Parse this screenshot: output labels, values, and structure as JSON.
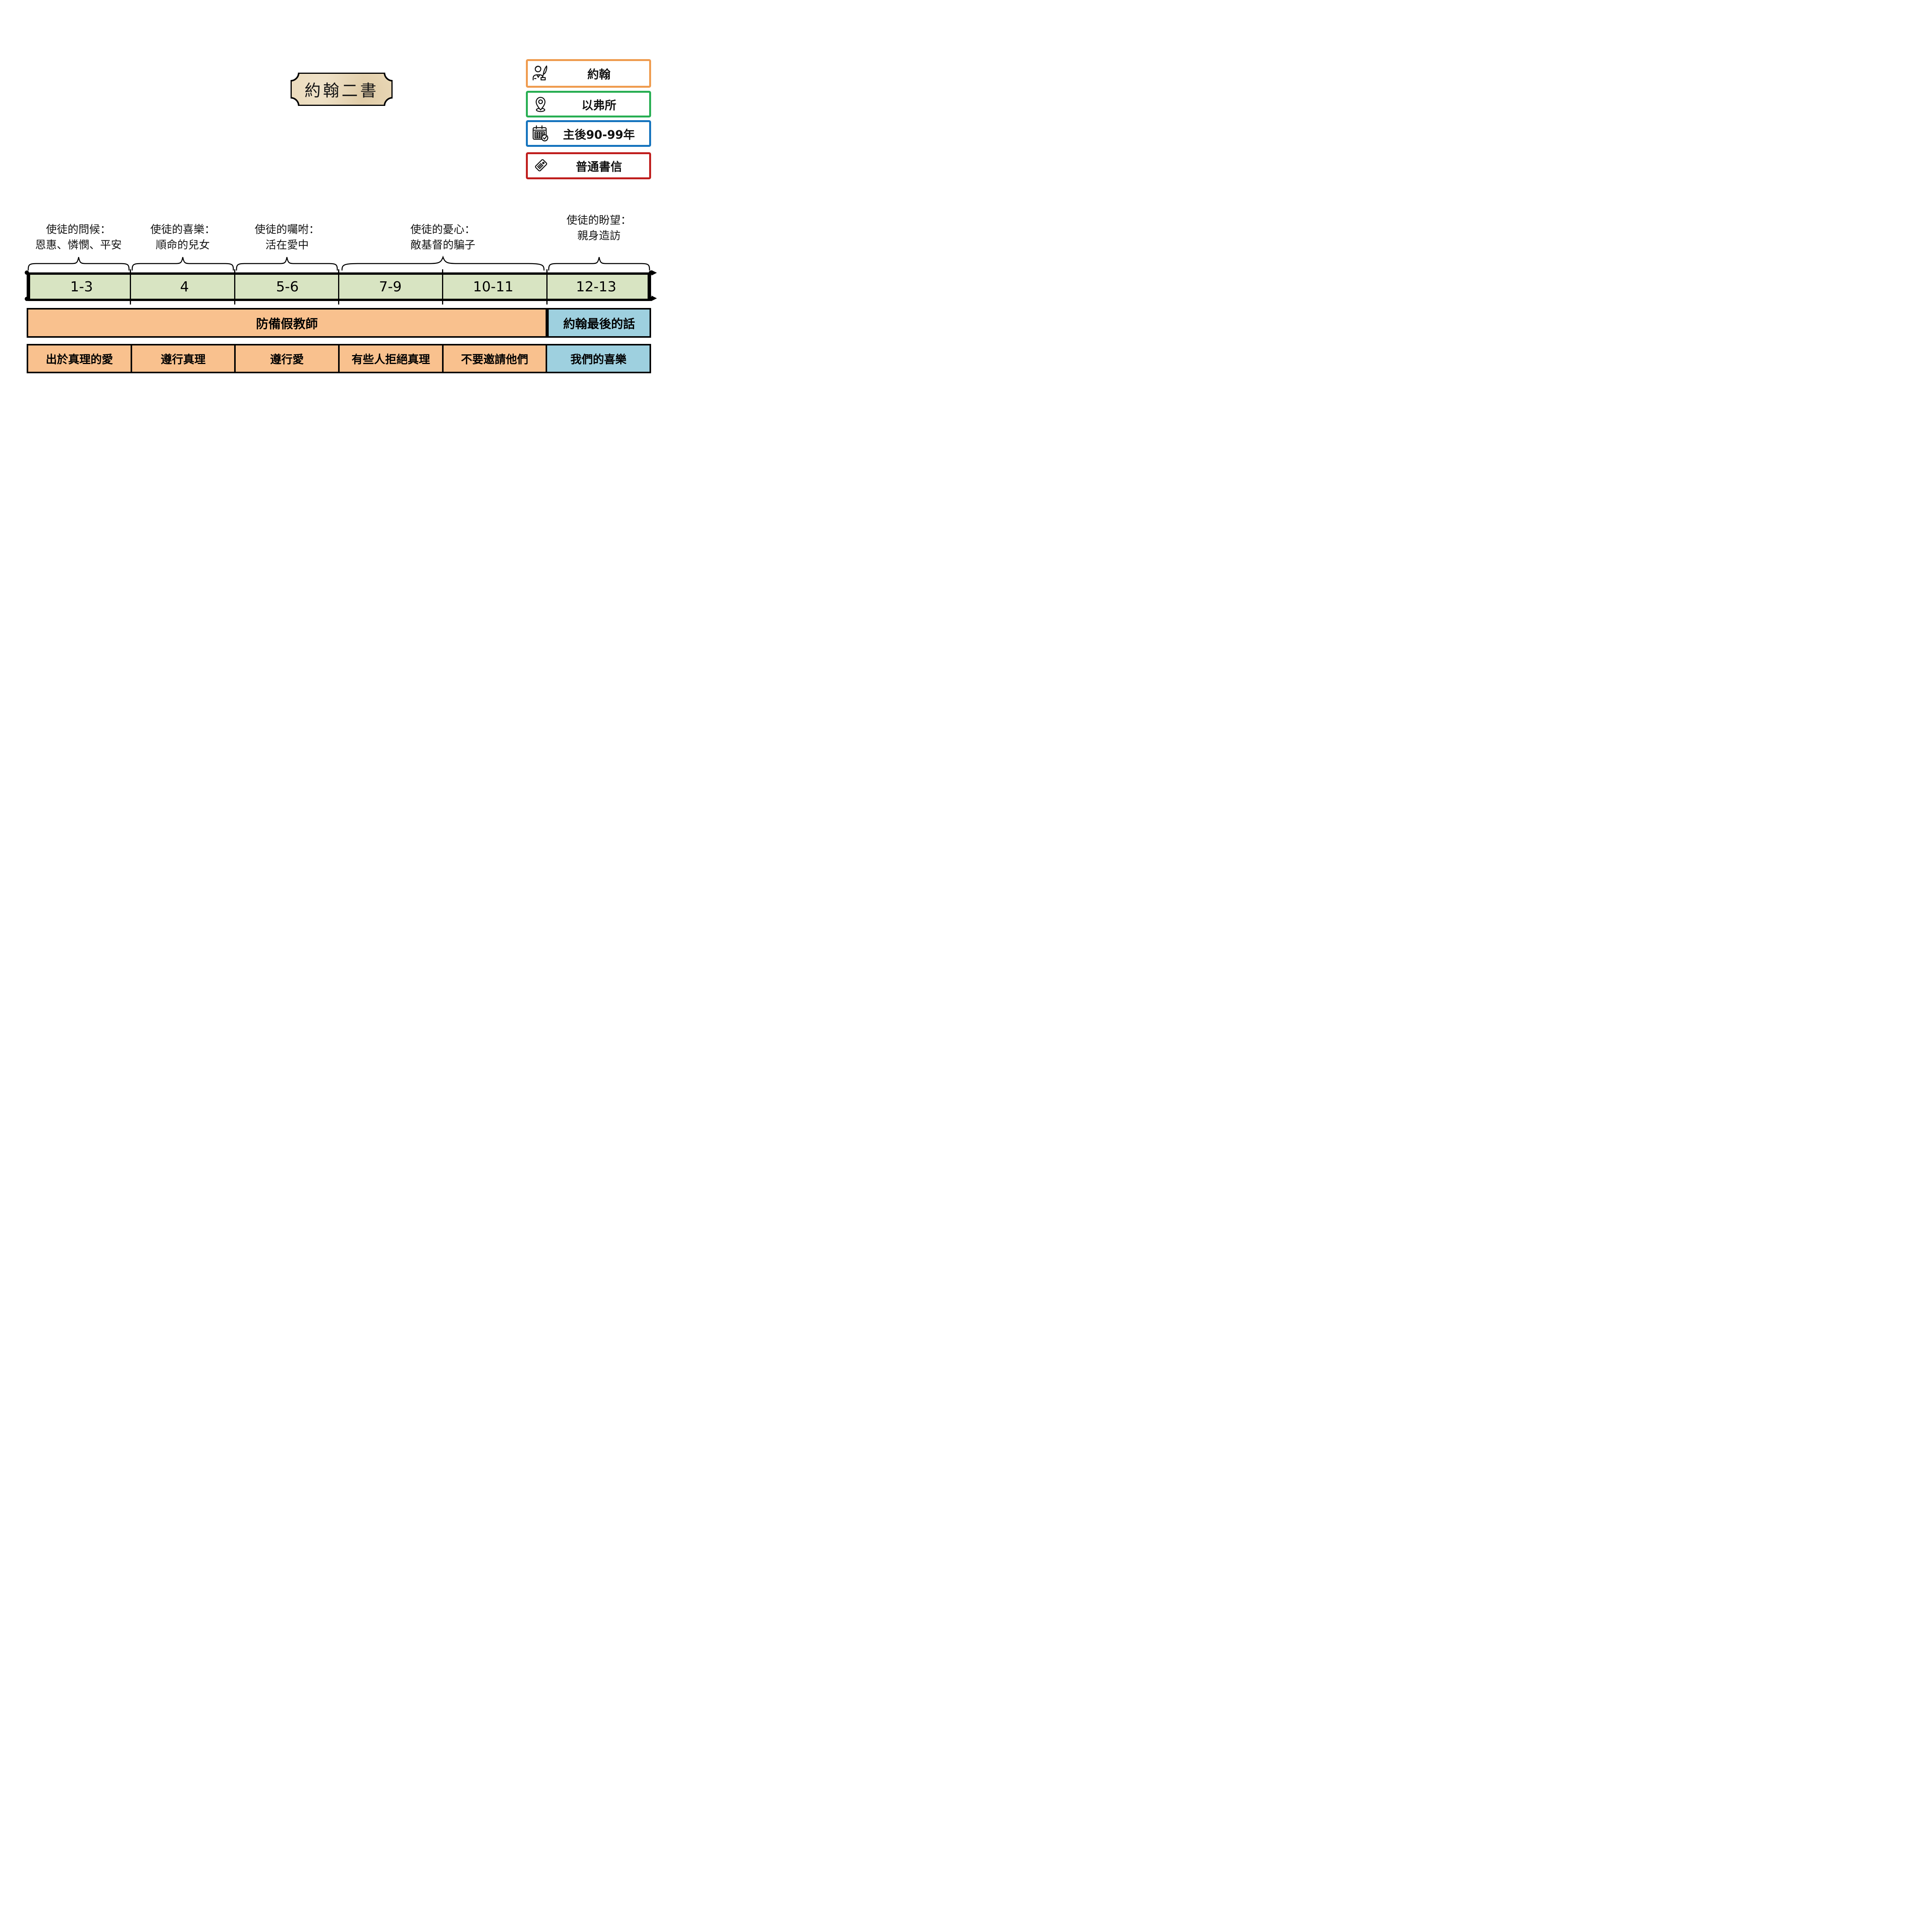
{
  "title": "約翰二書",
  "legend": {
    "items": [
      {
        "icon": "author-icon",
        "label": "約翰",
        "border_color": "#EF9B4E"
      },
      {
        "icon": "location-icon",
        "label": "以弗所",
        "border_color": "#27AE52"
      },
      {
        "icon": "calendar-icon",
        "label": "主後90-99年",
        "border_color": "#1473BD"
      },
      {
        "icon": "tag-icon",
        "label": "普通書信",
        "border_color": "#BF1D1C"
      }
    ]
  },
  "colors": {
    "verse_row_fill": "#D8E4C2",
    "section_fill_orange": "#F9C18E",
    "section_fill_blue": "#9ED0DF",
    "plaque_fill": "#EAD9B8",
    "line_color": "#000000"
  },
  "chart_data": {
    "type": "table",
    "title": "約翰二書",
    "columns": [
      "1-3",
      "4",
      "5-6",
      "7-9",
      "10-11",
      "12-13"
    ],
    "annotations": [
      {
        "line1": "使徒的問候：",
        "line2": "恩惠、憐憫、平安",
        "columns": "1-3"
      },
      {
        "line1": "使徒的喜樂：",
        "line2": "順命的兒女",
        "columns": "4"
      },
      {
        "line1": "使徒的囑咐：",
        "line2": "活在愛中",
        "columns": "5-6"
      },
      {
        "line1": "使徒的憂心：",
        "line2": "敵基督的騙子",
        "columns": "7-11"
      },
      {
        "line1": "使徒的盼望：",
        "line2": "親身造訪",
        "columns": "12-13"
      }
    ],
    "sections": [
      {
        "label": "防備假教師",
        "columns": "1-11",
        "color": "orange"
      },
      {
        "label": "約翰最後的話",
        "columns": "12-13",
        "color": "blue"
      }
    ],
    "details": [
      {
        "label": "出於真理的愛",
        "color": "orange"
      },
      {
        "label": "遵行真理",
        "color": "orange"
      },
      {
        "label": "遵行愛",
        "color": "orange"
      },
      {
        "label": "有些人拒絕真理",
        "color": "orange"
      },
      {
        "label": "不要邀請他們",
        "color": "orange"
      },
      {
        "label": "我們的喜樂",
        "color": "blue"
      }
    ]
  }
}
